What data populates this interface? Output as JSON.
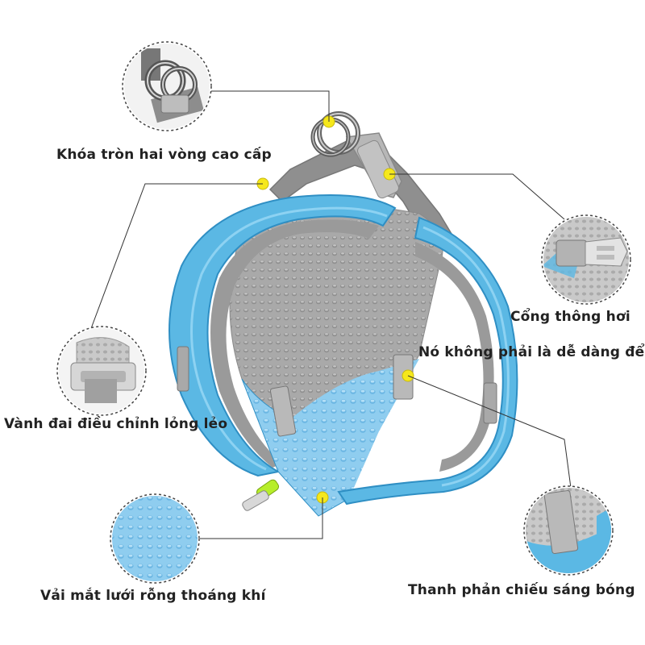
{
  "labels": {
    "buckle": "Khóa tròn hai vòng cao cấp",
    "vent": "Cổng thông hơi",
    "easy": "Nó không phải là dễ dàng để",
    "adjust": "Vành đai điều chỉnh lỏng lẻo",
    "mesh": "Vải mắt lưới rỗng thoáng khí",
    "reflect": "Thanh phản chiếu sáng bóng"
  },
  "colors": {
    "harness_trim": "#5bb8e4",
    "harness_trim_dark": "#2f8fc4",
    "mesh_gray": "#a8a8a8",
    "strap_gray": "#8c8c8c",
    "reflective": "#b9b9b9",
    "marker_yellow": "#f6e81b",
    "leader_line": "#333333",
    "label_text": "#222222",
    "accent_green": "#b7ee2a"
  },
  "icons": [
    "double-ring-buckle-icon",
    "side-release-buckle-icon",
    "adjuster-slider-icon",
    "mesh-fabric-icon",
    "reflective-strip-icon"
  ]
}
